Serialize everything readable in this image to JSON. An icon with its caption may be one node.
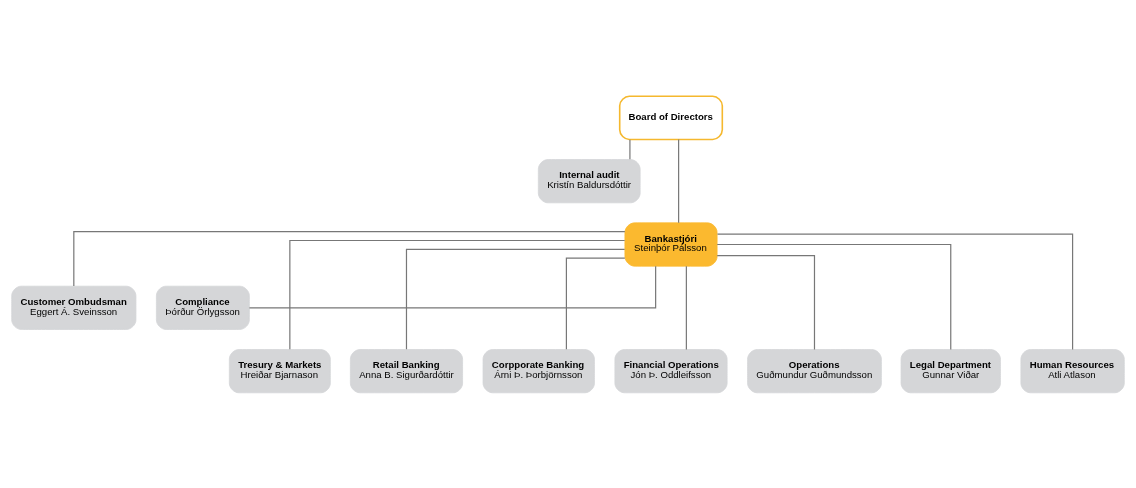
{
  "diagram": {
    "nodes": [
      {
        "text": [
          "Board of Directors"
        ]
      },
      {
        "text": [
          "Internal audit",
          "Kristín Baldursdóttir"
        ]
      },
      {
        "text": [
          "Bankastjóri",
          "Steinþór Pálsson"
        ]
      },
      {
        "text": [
          "Customer Ombudsman",
          "Eggert Á. Sveinsson"
        ]
      },
      {
        "text": [
          "Compliance",
          "Þórður Örlygsson"
        ]
      },
      {
        "text": [
          "Tresury & Markets",
          "Hreiðar Bjarnason"
        ]
      },
      {
        "text": [
          "Retail Banking",
          "Anna B. Sigurðardóttir"
        ]
      },
      {
        "text": [
          "Corpporate Banking",
          "Árni Þ. Þorbjörnsson"
        ]
      },
      {
        "text": [
          "Financial Operations",
          "Jón Þ. Oddleifsson"
        ]
      },
      {
        "text": [
          "Operations",
          "Guðmundur Guðmundsson"
        ]
      },
      {
        "text": [
          "Legal Department",
          "Gunnar Viðar"
        ]
      },
      {
        "text": [
          "Human Resources",
          "Atli Atlason"
        ]
      }
    ],
    "edges": [
      {
        "from": 0,
        "to": 2,
        "arrow": "none"
      },
      {
        "from": 0,
        "to": 1,
        "arrow": "none"
      },
      {
        "from": 2,
        "to": 3,
        "arrow": "none"
      },
      {
        "from": 2,
        "to": 4,
        "arrow": "none"
      },
      {
        "from": 2,
        "to": 5,
        "arrow": "none"
      },
      {
        "from": 2,
        "to": 6,
        "arrow": "none"
      },
      {
        "from": 2,
        "to": 7,
        "arrow": "none"
      },
      {
        "from": 2,
        "to": 8,
        "arrow": "none"
      },
      {
        "from": 2,
        "to": 9,
        "arrow": "none"
      },
      {
        "from": 2,
        "to": 10,
        "arrow": "none"
      },
      {
        "from": 2,
        "to": 11,
        "arrow": "none"
      }
    ]
  }
}
